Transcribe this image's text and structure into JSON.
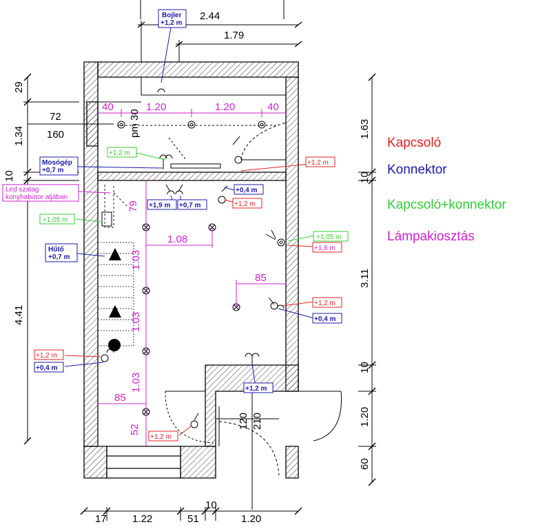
{
  "legend": [
    {
      "label": "Kapcsoló",
      "color": "#e02020"
    },
    {
      "label": "Konnektor",
      "color": "#1a1aa8"
    },
    {
      "label": "Kapcsoló+konnektor",
      "color": "#33cc33"
    },
    {
      "label": "Lámpakiosztás",
      "color": "#cc22cc"
    }
  ],
  "colors": {
    "wall": "#000000",
    "switch": "#e02020",
    "socket": "#1a1aa8",
    "combo": "#33cc33",
    "lamp": "#cc22cc"
  },
  "dimensions": {
    "top_overall": "2.44",
    "top_inner": "1.79",
    "left_29": "29",
    "left_134": "1.34",
    "left_10": "10",
    "left_441": "4.41",
    "right_163": "1.63",
    "right_10a": "10",
    "right_311": "3.11",
    "right_10b": "10",
    "right_120": "1.20",
    "right_60": "60",
    "bottom_17": "17",
    "bottom_122": "1.22",
    "bottom_51": "51",
    "bottom_10": "10",
    "bottom_120": "1.20",
    "door_120": "120",
    "door_210": "210",
    "window_72": "72",
    "window_160": "160",
    "pm30": "pm 30"
  },
  "lamp_dimensions": {
    "d40a": "40",
    "d120a": "1.20",
    "d120b": "1.20",
    "d40b": "40",
    "v79": "79",
    "h108": "1.08",
    "h85a": "85",
    "v103a": "1.03",
    "v103b": "1.03",
    "v103c": "1.03",
    "h85b": "85",
    "v52": "52"
  },
  "tags": {
    "bojler": {
      "line1": "Bojler",
      "line2": "+1,2 m"
    },
    "mosogep": {
      "line1": "Mosógép",
      "line2": "+0,7 m"
    },
    "huto": {
      "line1": "Hűtő",
      "line2": "+0,7 m"
    },
    "led": {
      "line1": "Led szalag",
      "line2": "konyhabútor aljában"
    },
    "combo1": "+1,2 m",
    "switch1": "+1,2 m",
    "socket04a": "+0,4 m",
    "switch2": "+1,2 m",
    "socket19": "+1,9 m",
    "socket07": "+0,7 m",
    "combo105a": "+1,05 m",
    "combo105b": "+1,05 m",
    "switch16": "+1,6 m",
    "switch3": "+1,2 m",
    "socket04b": "+0,4 m",
    "switch4": "+1,2 m",
    "socket04c": "+0,4 m",
    "socket12": "+1,2 m",
    "switch5": "+1,2 m"
  }
}
